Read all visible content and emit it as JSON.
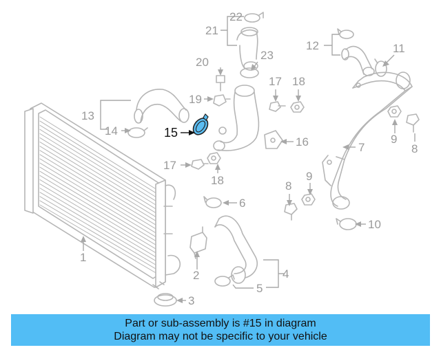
{
  "callouts": {
    "c1": "1",
    "c2": "2",
    "c3": "3",
    "c4": "4",
    "c5": "5",
    "c6": "6",
    "c7": "7",
    "c8a": "8",
    "c8b": "8",
    "c9a": "9",
    "c9b": "9",
    "c10": "10",
    "c11": "11",
    "c12": "12",
    "c13": "13",
    "c14": "14",
    "c15": "15",
    "c16": "16",
    "c17a": "17",
    "c17b": "17",
    "c18a": "18",
    "c18b": "18",
    "c19": "19",
    "c20": "20",
    "c21": "21",
    "c22": "22",
    "c23": "23"
  },
  "colors": {
    "highlight_part": "#5bbdf2",
    "banner": "#52bdf5",
    "line_art": "#b5b5b5"
  },
  "banner": {
    "line1": "Part or sub-assembly is #15 in diagram",
    "line2": "Diagram may not be specific to your vehicle"
  }
}
